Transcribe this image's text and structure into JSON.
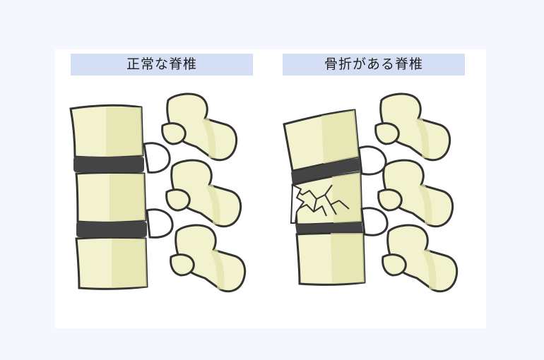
{
  "panels": {
    "normal": {
      "title": "正常な脊椎"
    },
    "fractured": {
      "title": "骨折がある脊椎"
    }
  },
  "colors": {
    "bone_fill": "#f2f2cf",
    "bone_shadow": "#e2e2a9",
    "disc": "#444444",
    "outline": "#333333",
    "label_bg": "#d4dff6"
  },
  "icons": [
    "normal-spine-illustration",
    "fractured-spine-illustration",
    "crack-lines-icon"
  ]
}
